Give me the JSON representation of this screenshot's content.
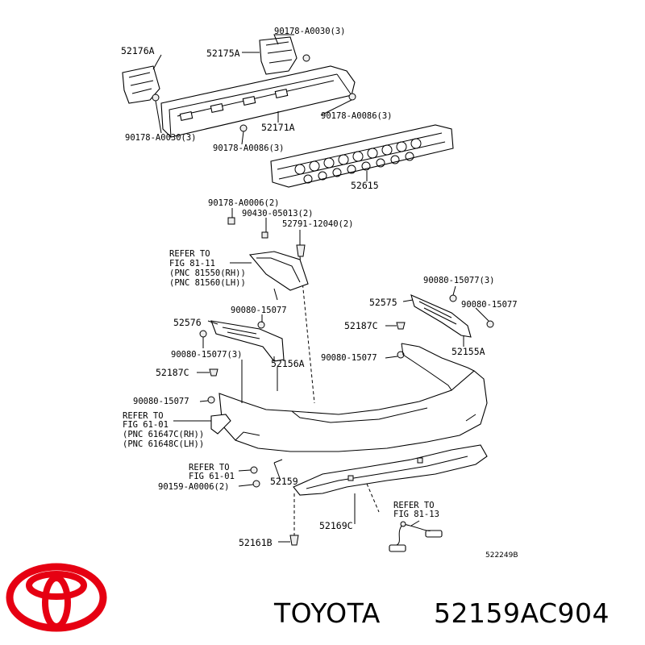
{
  "diagram": {
    "ref_code": "522249B",
    "labels": {
      "p52176A": "52176A",
      "p52175A": "52175A",
      "b90178_0030_top": "90178-A0030(3)",
      "b90178_0030_left": "90178-A0030(3)",
      "b90178_0086_right": "90178-A0086(3)",
      "b90178_0086_mid": "90178-A0086(3)",
      "p52171A": "52171A",
      "p52615": "52615",
      "b90178_0006": "90178-A0006(2)",
      "b90430": "90430-05013(2)",
      "b52791": "52791-12040(2)",
      "ref81_l1": "REFER TO",
      "ref81_l2": "FIG 81-11",
      "ref81_l3": "(PNC 81550(RH))",
      "ref81_l4": "(PNC 81560(LH))",
      "c90080_3_top": "90080-15077(3)",
      "p52575": "52575",
      "c90080_right": "90080-15077",
      "c90080_left_top": "90080-15077",
      "p52576": "52576",
      "p52187C_right": "52187C",
      "p52155A": "52155A",
      "c90080_3_left": "90080-15077(3)",
      "c90080_mid": "90080-15077",
      "p52156A": "52156A",
      "p52187C_left": "52187C",
      "c90080_left_low": "90080-15077",
      "ref61a_l1": "REFER TO",
      "ref61a_l2": "FIG 61-01",
      "ref61a_l3": "(PNC 61647C(RH))",
      "ref61a_l4": "(PNC 61648C(LH))",
      "ref61b_l1": "REFER TO",
      "ref61b_l2": "FIG 61-01",
      "b90159": "90159-A0006(2)",
      "p52159": "52159",
      "ref8113_l1": "REFER TO",
      "ref8113_l2": "FIG 81-13",
      "p52169C": "52169C",
      "p52161B": "52161B"
    }
  },
  "caption": {
    "brand": "TOYOTA",
    "part_number": "52159AC904"
  }
}
